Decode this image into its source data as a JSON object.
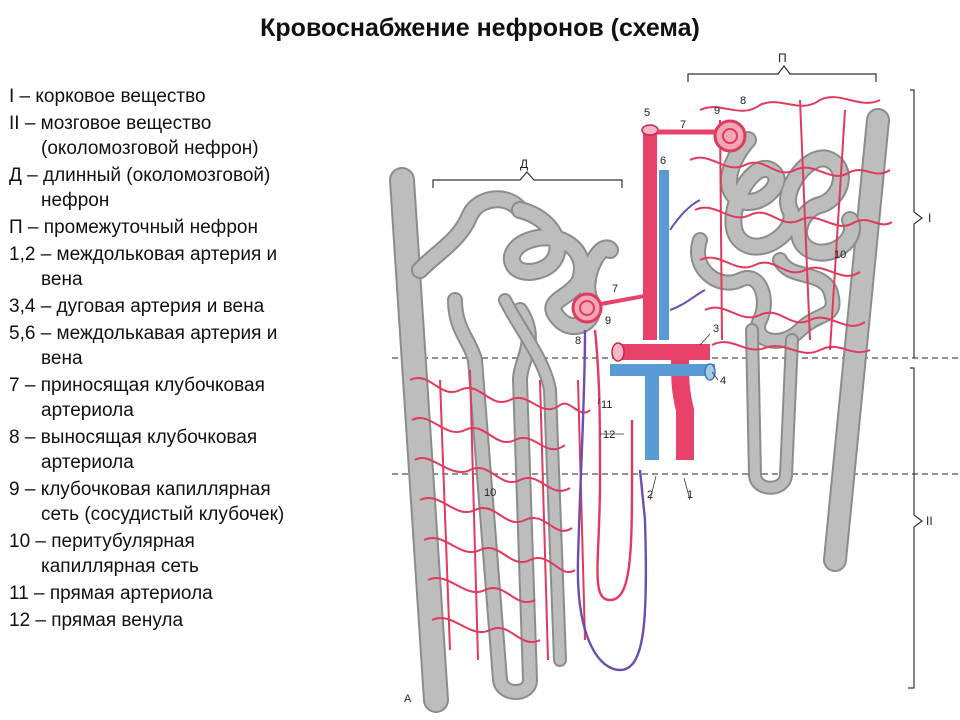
{
  "title": "Кровоснабжение нефронов (схема)",
  "legend": [
    {
      "lines": [
        "I – корковое вещество"
      ]
    },
    {
      "lines": [
        "II – мозговое вещество",
        "(околомозговой нефрон)"
      ]
    },
    {
      "lines": [
        "Д – длинный (околомозговой)",
        "нефрон"
      ]
    },
    {
      "lines": [
        "П – промежуточный нефрон"
      ]
    },
    {
      "lines": [
        "1,2 – междольковая артерия и",
        "вена"
      ]
    },
    {
      "lines": [
        "3,4 – дуговая артерия и вена"
      ]
    },
    {
      "lines": [
        "5,6 – междолькавая артерия и",
        "вена"
      ]
    },
    {
      "lines": [
        "7 – приносящая клубочковая",
        "артериола"
      ]
    },
    {
      "lines": [
        "8 – выносящая клубочковая",
        "артериола"
      ]
    },
    {
      "lines": [
        "9 – клубочковая капиллярная",
        "сеть (сосудистый клубочек)"
      ]
    },
    {
      "lines": [
        "10 – перитубулярная",
        "капиллярная сеть"
      ]
    },
    {
      "lines": [
        "11 – прямая артериола"
      ]
    },
    {
      "lines": [
        "12 – прямая венула"
      ]
    }
  ],
  "diagram": {
    "labels": {
      "D": "Д",
      "P": "П",
      "zone_I": "I",
      "zone_II": "II",
      "n1": "1",
      "n2": "2",
      "n3": "3",
      "n4": "4",
      "n5": "5",
      "n6": "6",
      "n7_right": "7",
      "n7_left": "7",
      "n8_right": "8",
      "n8_left": "8",
      "n9_right": "9",
      "n9_left": "9",
      "n10_right": "10",
      "n10_left": "10",
      "n11": "11",
      "n12": "12",
      "corner_a": "А"
    },
    "colors": {
      "artery": "#e8416a",
      "vein": "#5b9bd5",
      "tubule": "#b9b9b9",
      "tubule_edge": "#8c8c8c",
      "capillary": "#e03a5c",
      "venule": "#6a4fb0"
    }
  }
}
